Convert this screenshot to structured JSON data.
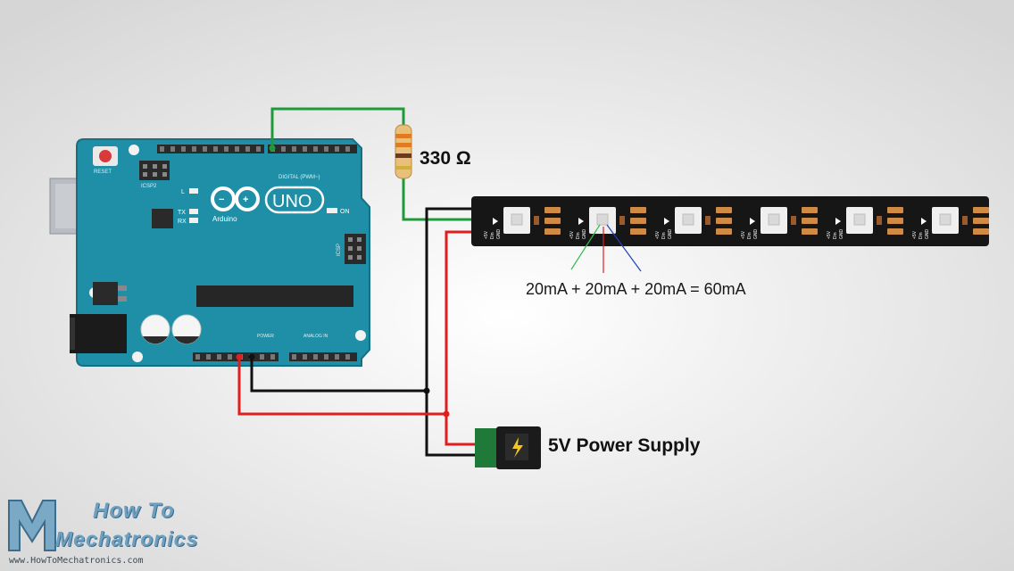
{
  "diagram": {
    "resistor_label": "330 Ω",
    "current_equation": "20mA + 20mA + 20mA = 60mA",
    "power_supply_label": "5V Power Supply",
    "board": {
      "logo_text": "UNO",
      "brand": "Arduino",
      "reset_label": "RESET",
      "on_label": "ON",
      "tx_label": "TX",
      "rx_label": "RX",
      "l_label": "L",
      "icsp_label": "ICSP2",
      "icsp_label_right": "ICSP",
      "digital_label": "DIGITAL (PWM~)",
      "power_label": "POWER",
      "analog_label": "ANALOG IN"
    },
    "strip": {
      "pad_labels": [
        "+5V",
        "Din",
        "GND"
      ],
      "led_count": 6
    },
    "wire_colors": {
      "data": "#1f9a3a",
      "ground": "#111111",
      "power": "#e01e1e"
    }
  },
  "watermark": {
    "line1": "How To",
    "line2": "Mechatronics",
    "url": "www.HowToMechatronics.com"
  }
}
